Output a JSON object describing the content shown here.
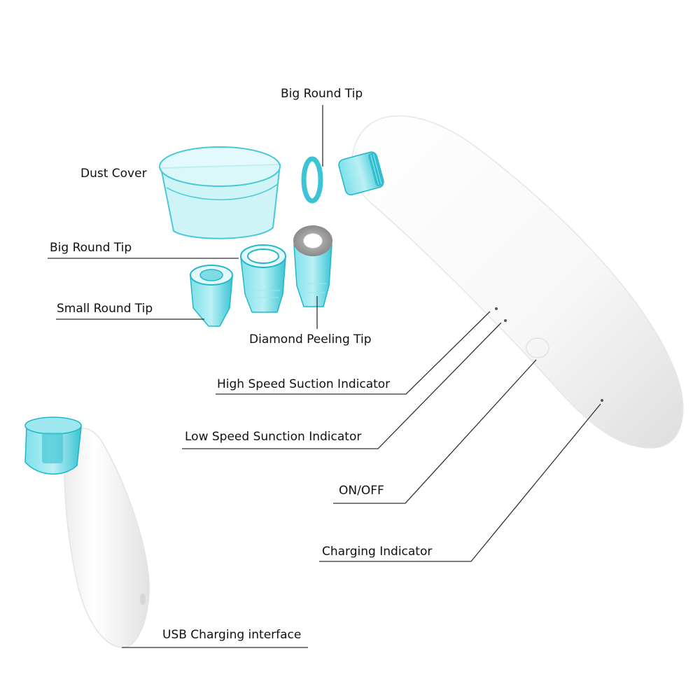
{
  "labels": {
    "big_round_tip_top": "Big Round Tip",
    "dust_cover": "Dust Cover",
    "big_round_tip_left": "Big Round Tip",
    "small_round_tip": "Small Round Tip",
    "diamond_peeling_tip": "Diamond Peeling Tip",
    "high_speed_indicator": "High Speed Suction Indicator",
    "low_speed_indicator": "Low Speed Sunction Indicator",
    "on_off": "ON/OFF",
    "charging_indicator": "Charging Indicator",
    "usb_interface": "USB Charging interface"
  },
  "colors": {
    "tip_blue": "#5fd3e0",
    "tip_edge": "#1fb6c8",
    "device_white": "#ffffff",
    "device_shadow": "#dcdcdc",
    "leader_line": "#333333",
    "diamond_grey": "#9a9a9a"
  }
}
